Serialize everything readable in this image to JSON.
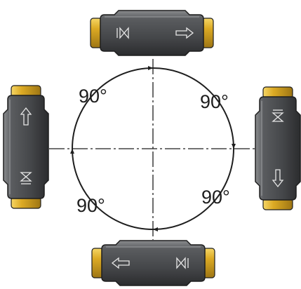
{
  "diagram": {
    "angle_labels": [
      "90°",
      "90°",
      "90°",
      "90°"
    ],
    "colors": {
      "body": "#4b4d50",
      "body_dark": "#2a2b2d",
      "body_light": "#75777a",
      "brass": "#d6a521",
      "brass_light": "#f3cd55",
      "brass_dark": "#9a7312",
      "line": "#1e1e1e"
    },
    "devices": [
      {
        "position": "top",
        "orientation": "horizontal",
        "arrow_direction": "right",
        "symbols": [
          "valve-symbol",
          "arrow-icon"
        ]
      },
      {
        "position": "left",
        "orientation": "vertical",
        "arrow_direction": "up",
        "symbols": [
          "arrow-icon",
          "valve-symbol"
        ]
      },
      {
        "position": "right",
        "orientation": "vertical",
        "arrow_direction": "down",
        "symbols": [
          "valve-symbol",
          "arrow-icon"
        ]
      },
      {
        "position": "bottom",
        "orientation": "horizontal",
        "arrow_direction": "left",
        "symbols": [
          "arrow-icon",
          "valve-symbol"
        ]
      }
    ]
  }
}
